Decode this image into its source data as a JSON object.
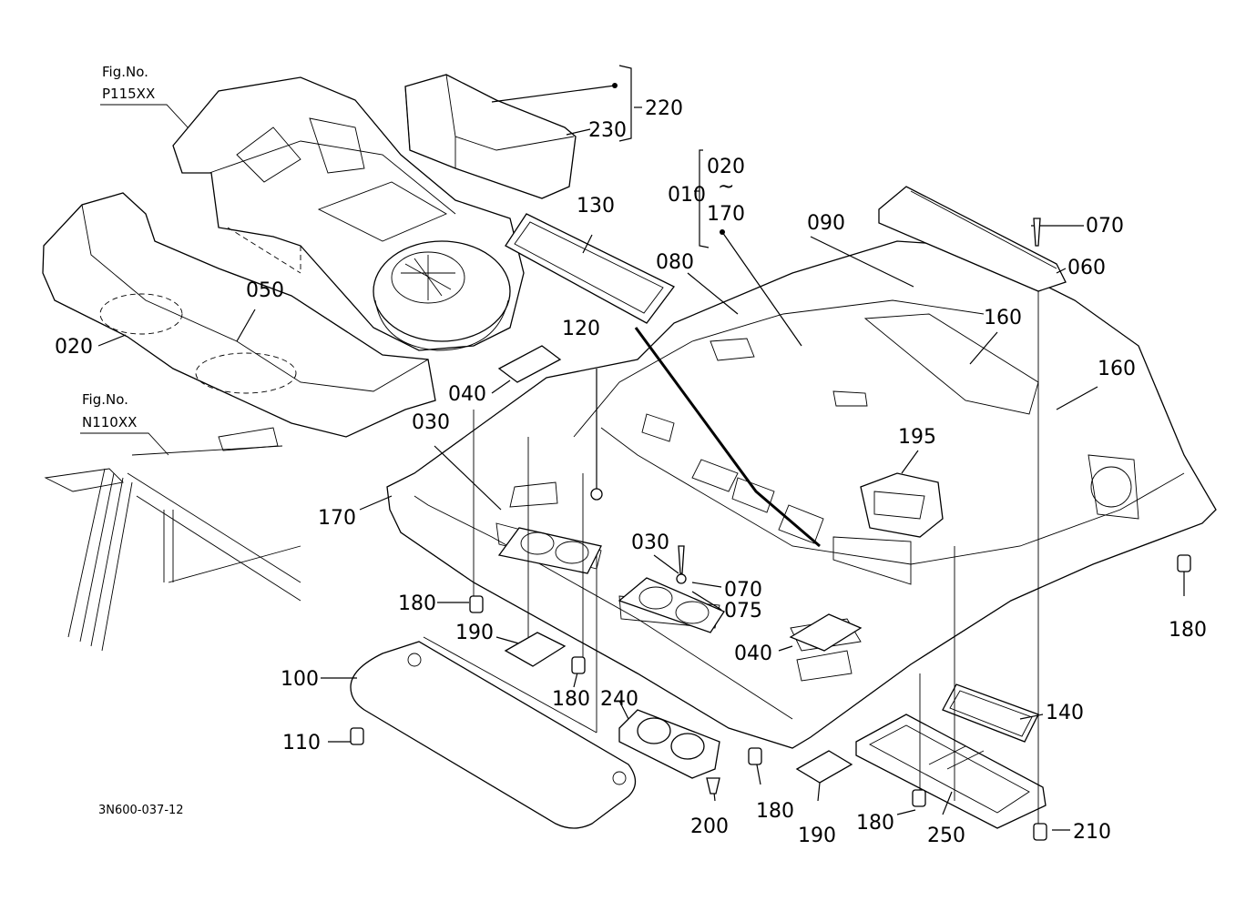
{
  "figure_refs": [
    {
      "id": "fig-p115",
      "title": "Fig.No.",
      "code": "P115XX"
    },
    {
      "id": "fig-n110",
      "title": "Fig.No.",
      "code": "N110XX"
    }
  ],
  "drawing_code": "3N600-037-12",
  "bracket_010": {
    "main": "010",
    "from": "020",
    "tilde": "~",
    "to": "170"
  },
  "callouts": {
    "c220": "220",
    "c230": "230",
    "c130": "130",
    "c090": "090",
    "c080": "080",
    "c070a": "070",
    "c060": "060",
    "c160a": "160",
    "c160b": "160",
    "c050": "050",
    "c020": "020",
    "c120": "120",
    "c040a": "040",
    "c030a": "030",
    "c195": "195",
    "c170": "170",
    "c030b": "030",
    "c070b": "070",
    "c075": "075",
    "c180a": "180",
    "c190a": "190",
    "c040b": "040",
    "c180d": "180",
    "c100": "100",
    "c180b": "180",
    "c240": "240",
    "c140": "140",
    "c110": "110",
    "c180c": "180",
    "c180e": "180",
    "c200": "200",
    "c190b": "190",
    "c250": "250",
    "c210": "210"
  }
}
